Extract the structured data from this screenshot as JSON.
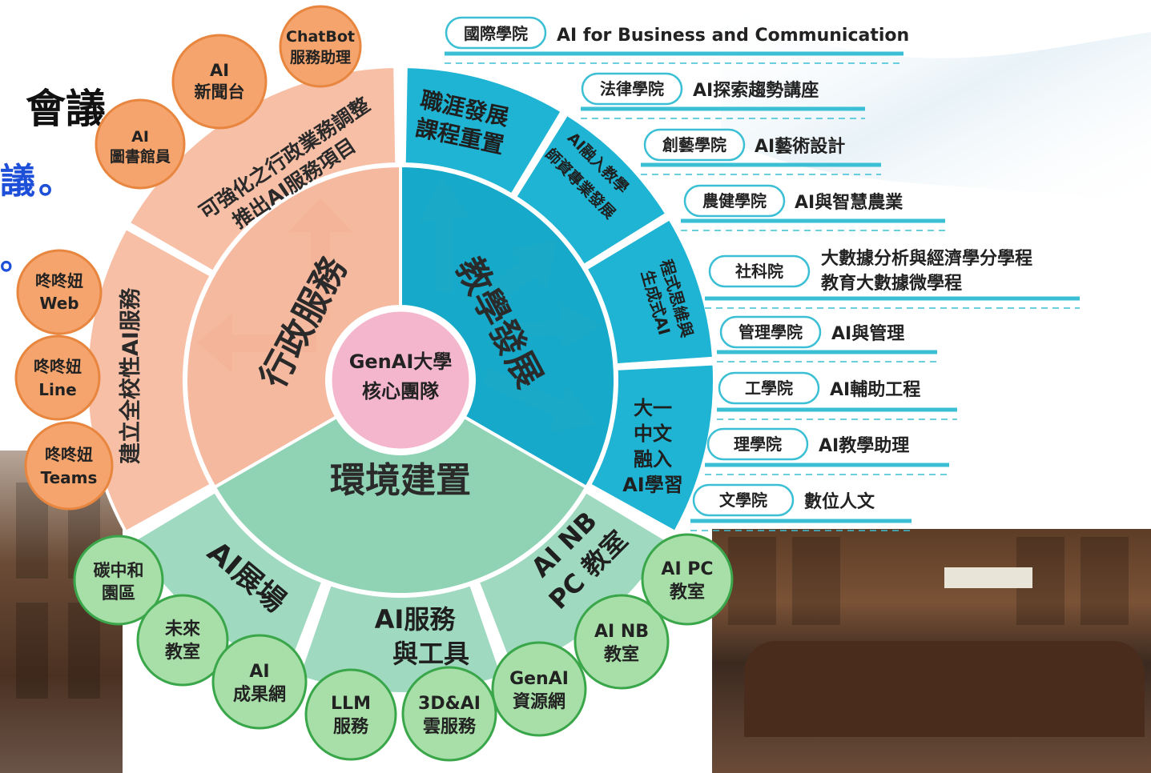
{
  "headings": {
    "line1": "會議",
    "line2": "議。",
    "line3": "。"
  },
  "colors": {
    "admin": "#f7bfa6",
    "admin_ring": "#f4b99e",
    "admin_arrow": "#f4b49a",
    "teach": "#1fb4d3",
    "teach_ring": "#16a9c9",
    "env": "#9fd9c0",
    "env_ring": "#8fd2b4",
    "center": "#f4b6cc",
    "orange_bubble": "#f4a46c",
    "orange_stroke": "#e8863f",
    "green_bubble": "#a8dfa9",
    "green_stroke": "#3aa64a",
    "college_line": "#3bbfd4"
  },
  "center": {
    "line1": "GenAI大學",
    "line2": "核心團隊"
  },
  "sectors": {
    "admin": "行政服務",
    "teach": "教學發展",
    "env": "環境建置"
  },
  "outer_segments": {
    "admin_top": {
      "line1": "可強化之行政業務調整",
      "line2": "推出AI服務項目"
    },
    "admin_left": "建立全校性AI服務",
    "teach_1": {
      "line1": "職涯發展",
      "line2": "課程重置"
    },
    "teach_2": {
      "line1": "AI融入教學",
      "line2": "師資專業發展"
    },
    "teach_3": {
      "line1": "程式思維與",
      "line2": "生成式AI"
    },
    "teach_4": {
      "line1": "大一",
      "line2": "中文",
      "line3": "融入",
      "line4": "AI學習"
    },
    "env_1": "AI展場",
    "env_2": {
      "line1": "AI服務",
      "line2": "與工具"
    },
    "env_3": {
      "line1": "AI NB",
      "line2": "PC 教室"
    }
  },
  "orange_bubbles": [
    {
      "line1": "ChatBot",
      "line2": "服務助理"
    },
    {
      "line1": "AI",
      "line2": "新聞台"
    },
    {
      "line1": "AI",
      "line2": "圖書館員"
    },
    {
      "line1": "咚咚妞",
      "line2": "Web"
    },
    {
      "line1": "咚咚妞",
      "line2": "Line"
    },
    {
      "line1": "咚咚妞",
      "line2": "Teams"
    }
  ],
  "green_bubbles": [
    {
      "line1": "碳中和",
      "line2": "園區"
    },
    {
      "line1": "未來",
      "line2": "教室"
    },
    {
      "line1": "AI",
      "line2": "成果網"
    },
    {
      "line1": "LLM",
      "line2": "服務"
    },
    {
      "line1": "3D&AI",
      "line2": "雲服務"
    },
    {
      "line1": "GenAI",
      "line2": "資源網"
    },
    {
      "line1": "AI NB",
      "line2": "教室"
    },
    {
      "line1": "AI PC",
      "line2": "教室"
    }
  ],
  "colleges": [
    {
      "name": "國際學院",
      "line1": "AI for Business and Communication",
      "line2": ""
    },
    {
      "name": "法律學院",
      "line1": "AI探索趨勢講座",
      "line2": ""
    },
    {
      "name": "創藝學院",
      "line1": "AI藝術設計",
      "line2": ""
    },
    {
      "name": "農健學院",
      "line1": "AI與智慧農業",
      "line2": ""
    },
    {
      "name": "社科院",
      "line1": "大數據分析與經濟學分學程",
      "line2": "教育大數據微學程"
    },
    {
      "name": "管理學院",
      "line1": "AI與管理",
      "line2": ""
    },
    {
      "name": "工學院",
      "line1": "AI輔助工程",
      "line2": ""
    },
    {
      "name": "理學院",
      "line1": "AI教學助理",
      "line2": ""
    },
    {
      "name": "文學院",
      "line1": "數位人文",
      "line2": ""
    }
  ]
}
